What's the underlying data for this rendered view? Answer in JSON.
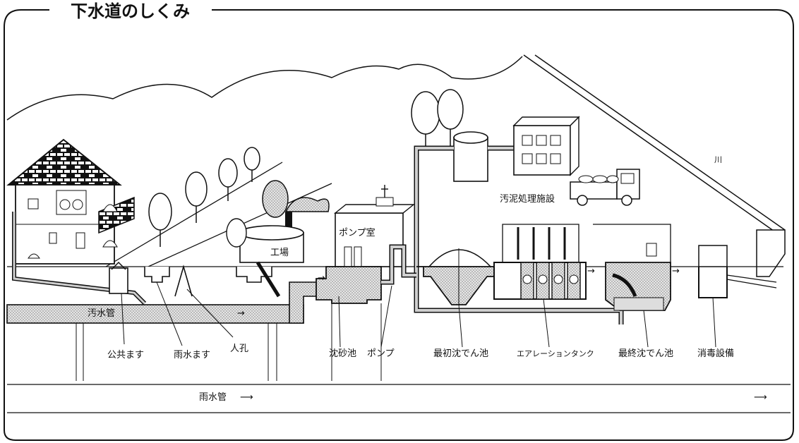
{
  "title": "下水道のしくみ",
  "labels": {
    "sewage_pipe": "汚水管",
    "public_basin": "公共ます",
    "rain_basin": "雨水ます",
    "manhole": "人孔",
    "factory": "工場",
    "pump_room": "ポンプ室",
    "grit_chamber": "沈砂池",
    "pump": "ポンプ",
    "primary_tank": "最初沈でん池",
    "aeration_tank": "エアレーションタンク",
    "final_tank": "最終沈でん池",
    "disinfection": "消毒設備",
    "sludge_facility": "汚泥処理施設",
    "river": "川",
    "storm_pipe": "雨水管"
  },
  "arrows": {
    "right": "→",
    "long_right": "⟶"
  },
  "colors": {
    "line": "#111111",
    "pipe_fill": "#cfcfcf",
    "roof": "#222222",
    "page_bg": "#ffffff"
  },
  "icons": [
    "house-icon",
    "tree-icon",
    "factory-icon",
    "building-icon",
    "truck-icon",
    "tank-icon"
  ]
}
